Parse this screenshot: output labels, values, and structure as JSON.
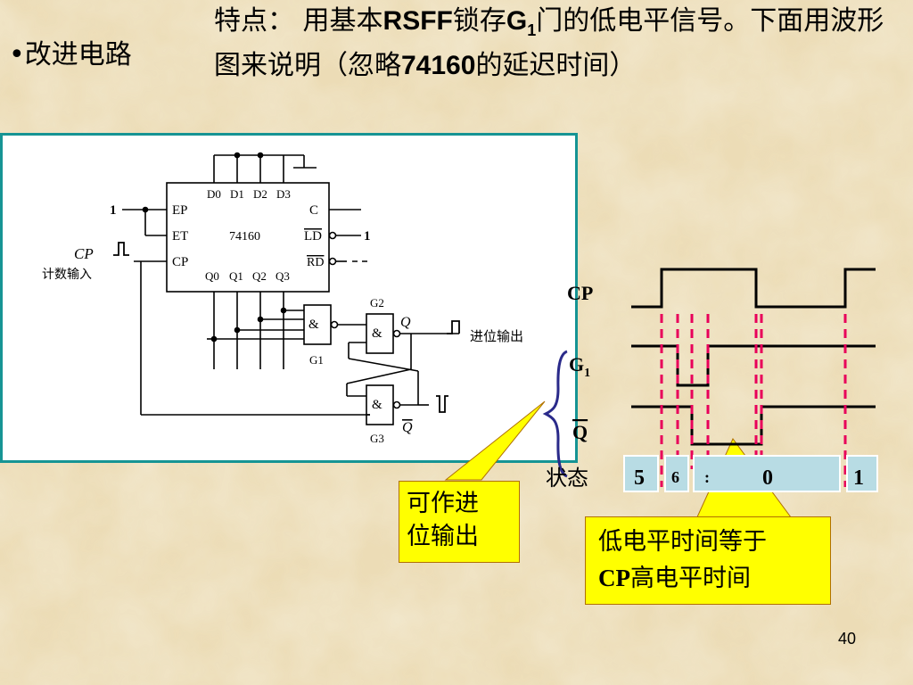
{
  "slide": {
    "bullet": "•改进电路",
    "title_part1": "特点： 用基本",
    "title_bold1": "RSFF",
    "title_part2": "锁存",
    "title_bold2": "G",
    "title_sub": "1",
    "title_part3": "门的低电平信号。下面用波形图来说明（忽略",
    "title_bold3": "74160",
    "title_part4": "的延迟时间）",
    "page_number": "40"
  },
  "circuit": {
    "chip_name": "74160",
    "pins_left": [
      "EP",
      "ET",
      "CP"
    ],
    "pins_top": [
      "D0",
      "D1",
      "D2",
      "D3"
    ],
    "pins_right": [
      "C",
      "LD",
      "RD"
    ],
    "pins_bottom": [
      "Q0",
      "Q1",
      "Q2",
      "Q3"
    ],
    "input_one_ep": "1",
    "input_one_ld": "1",
    "cp_label": "CP",
    "cp_caption": "计数输入",
    "gate_symbol": "&",
    "gate_g1": "G1",
    "gate_g2": "G2",
    "gate_g3": "G3",
    "q_label": "Q",
    "qbar_label": "Q",
    "carry_output": "进位输出"
  },
  "waveform": {
    "label_cp": "CP",
    "label_g1": "G",
    "label_g1_sub": "1",
    "label_qbar": "Q",
    "state_label": "状态",
    "states": [
      "5",
      "6",
      ":",
      "0",
      "1"
    ]
  },
  "callouts": {
    "left_line1": "可作进",
    "left_line2": "位输出",
    "right_line1": "低电平时间等于",
    "right_line2_cp": "CP",
    "right_line2_rest": "高电平时间"
  },
  "colors": {
    "panel_border": "#169494",
    "dash_red": "#e8005a",
    "state_box": "#b8dce4",
    "callout": "#ffff00",
    "brace": "#2a2a8a"
  }
}
